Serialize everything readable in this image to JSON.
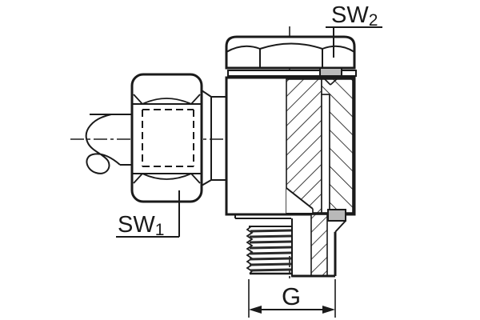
{
  "drawing": {
    "kind": "sectional technical drawing of swivel elbow (banjo) fitting",
    "labels": {
      "sw2": {
        "text": "SW",
        "sub": "2"
      },
      "sw1": {
        "text": "SW",
        "sub": "1"
      },
      "g": {
        "text": "G"
      }
    },
    "colors": {
      "line": "#1a1a1a",
      "seal": "#b9b9b9",
      "background": "#ffffff"
    }
  }
}
